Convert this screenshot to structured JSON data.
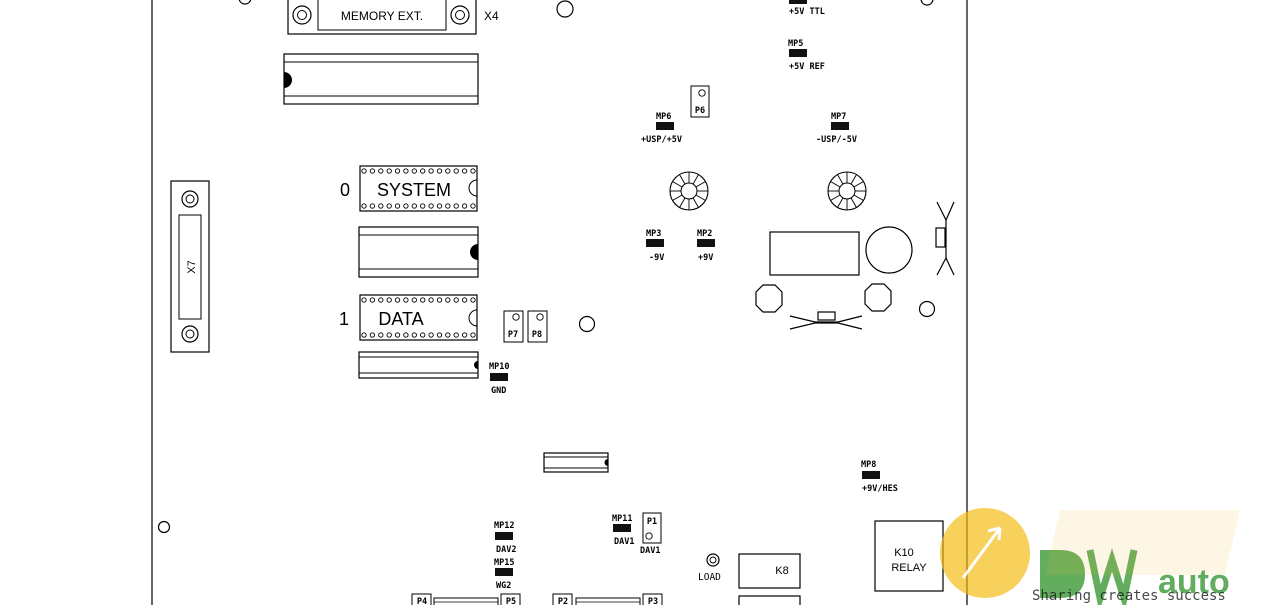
{
  "board": {
    "connector_x4": {
      "label": "MEMORY EXT.",
      "ref": "X4"
    },
    "connector_x7": {
      "ref": "X7"
    },
    "chip_system": {
      "index": "0",
      "label": "SYSTEM"
    },
    "chip_data": {
      "index": "1",
      "label": "DATA"
    },
    "test_points": {
      "mp4": {
        "value": "+5V TTL"
      },
      "mp5": {
        "name": "MP5",
        "value": "+5V REF"
      },
      "mp6": {
        "name": "MP6",
        "value": "+USP/+5V"
      },
      "mp7": {
        "name": "MP7",
        "value": "-USP/-5V"
      },
      "mp3": {
        "name": "MP3",
        "value": "-9V"
      },
      "mp2": {
        "name": "MP2",
        "value": "+9V"
      },
      "mp10": {
        "name": "MP10",
        "value": "GND"
      },
      "mp8": {
        "name": "MP8",
        "value": "+9V/HES"
      },
      "mp12": {
        "name": "MP12",
        "value": "DAV2"
      },
      "mp15": {
        "name": "MP15",
        "value": "WG2"
      },
      "mp11": {
        "name": "MP11",
        "value": "DAV1"
      }
    },
    "jumpers": {
      "p6": "P6",
      "p7": "P7",
      "p8": "P8",
      "p1": "P1",
      "p1_label": "DAV1",
      "p4": "P4",
      "p5": "P5",
      "p2": "P2",
      "p3": "P3"
    },
    "load_label": "LOAD",
    "k8_label": "K8",
    "k10": {
      "line1": "K10",
      "line2": "RELAY"
    }
  },
  "watermark": {
    "brand": "auto",
    "tagline": "Sharing creates success",
    "accent": "#f5b90f",
    "green": "#3e9a3a"
  }
}
